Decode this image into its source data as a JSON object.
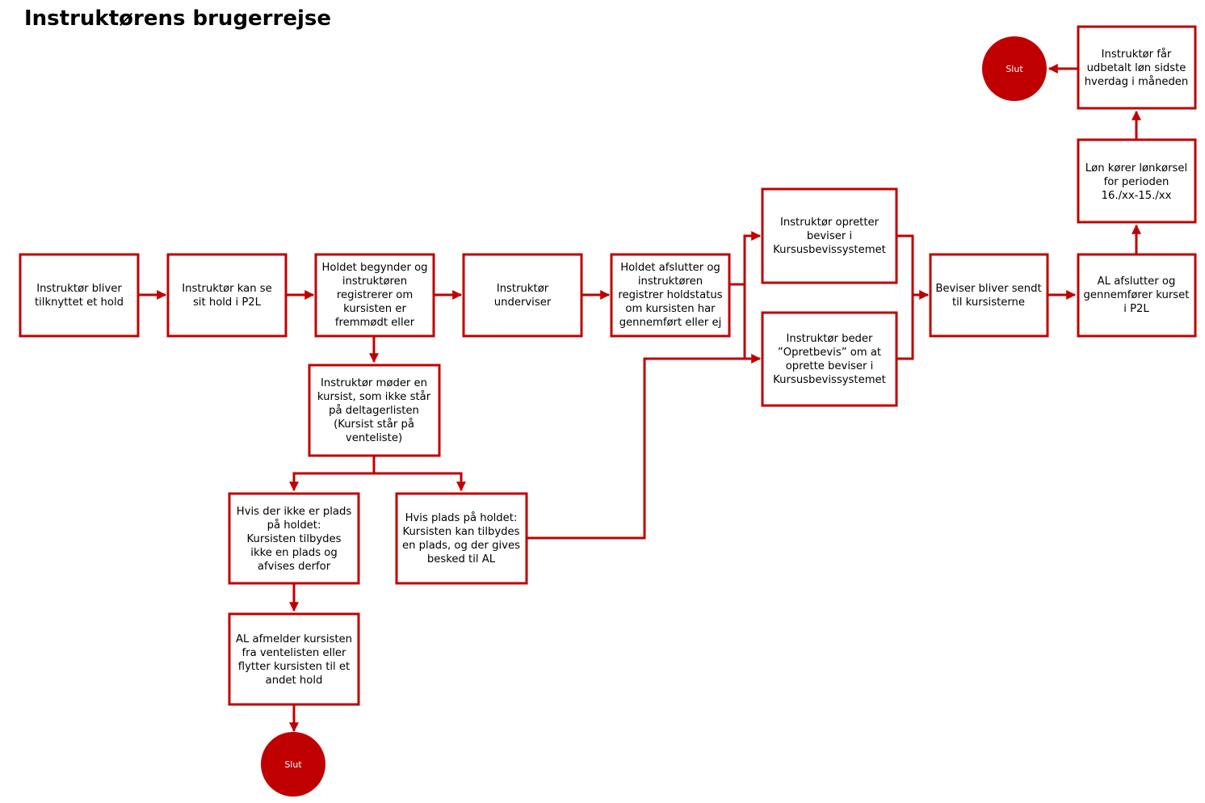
{
  "title": "Instruktørens brugerrejse",
  "colors": {
    "accent": "#c00000",
    "box_fill": "#ffffff",
    "text": "#000000"
  },
  "nodes": {
    "n1": [
      "Instruktør bliver",
      "tilknyttet et hold"
    ],
    "n2": [
      "Instruktør kan se",
      "sit hold i P2L"
    ],
    "n3": [
      "Holdet begynder og",
      "instruktøren",
      "registrerer om",
      "kursisten er",
      "fremmødt eller"
    ],
    "n4": [
      "Instruktør",
      "underviser"
    ],
    "n5": [
      "Holdet afslutter og",
      "instruktøren",
      "registrer holdstatus",
      "om kursisten har",
      "gennemført eller ej"
    ],
    "n6": [
      "Instruktør opretter",
      "beviser i",
      "Kursusbevissystemet"
    ],
    "n7": [
      "Instruktør beder",
      "”Opretbevis” om at",
      "oprette beviser i",
      "Kursusbevissystemet"
    ],
    "n8": [
      "Beviser bliver sendt",
      "til kursisterne"
    ],
    "n9": [
      "AL afslutter og",
      "gennemfører kurset",
      "i P2L"
    ],
    "n10": [
      "Løn kører lønkørsel",
      "for perioden",
      "16./xx-15./xx"
    ],
    "n11": [
      "Instruktør får",
      "udbetalt løn sidste",
      "hverdag i måneden"
    ],
    "n12": [
      "Instruktør møder en",
      "kursist, som ikke står",
      "på deltagerlisten",
      "(Kursist står på",
      "venteliste)"
    ],
    "n13": [
      "Hvis der ikke er plads",
      "på holdet:",
      "Kursisten tilbydes",
      "ikke en plads og",
      "afvises derfor"
    ],
    "n14": [
      "Hvis plads på holdet:",
      "Kursisten kan tilbydes",
      "en plads, og der gives",
      "besked til AL"
    ],
    "n15": [
      "AL afmelder kursisten",
      "fra ventelisten eller",
      "flytter kursisten til et",
      "andet hold"
    ],
    "end_top": "Slut",
    "end_bottom": "Slut"
  }
}
